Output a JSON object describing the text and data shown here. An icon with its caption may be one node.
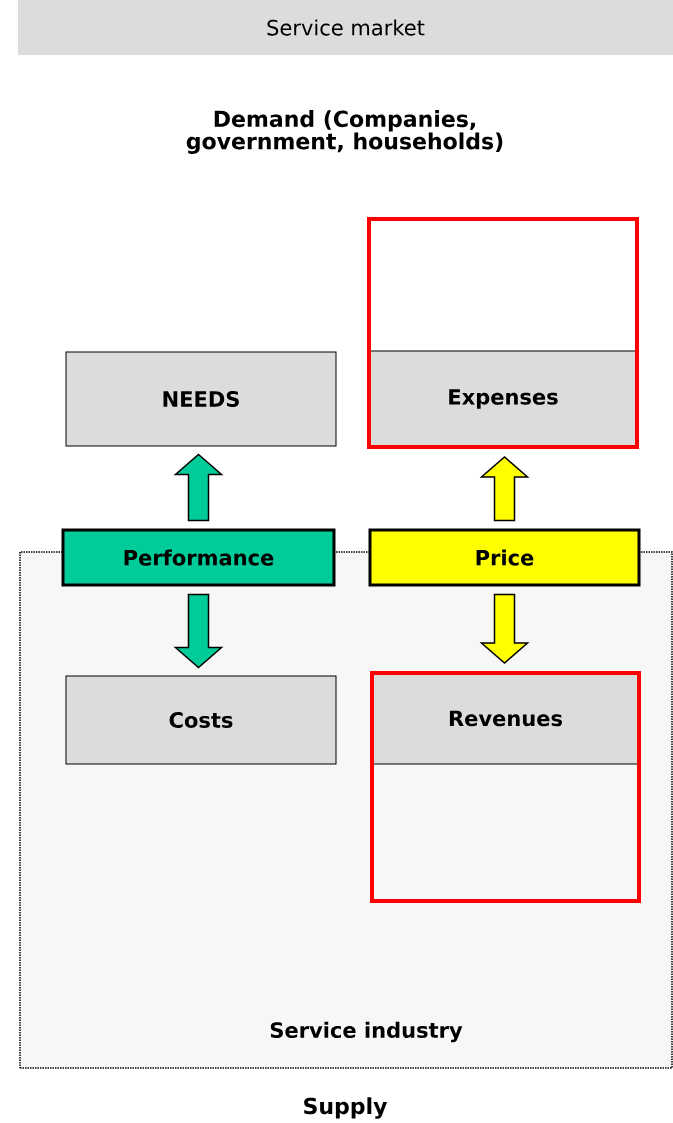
{
  "diagram": {
    "nodes": [
      {
        "text": [
          "Service market"
        ]
      },
      {
        "text": [
          "Service industry"
        ]
      },
      {
        "text": [
          "NEEDS"
        ]
      },
      {
        "text": [
          "Expenses"
        ]
      },
      {
        "text": [
          "Performance"
        ]
      },
      {
        "text": [
          "Price"
        ]
      },
      {
        "text": [
          "Costs"
        ],
        "in": 1
      },
      {
        "text": [
          "Revenues"
        ],
        "in": 1
      }
    ],
    "edges": [
      {
        "from": 4,
        "to": 2,
        "arrow": "to",
        "color": "#00cc99"
      },
      {
        "from": 5,
        "to": 3,
        "arrow": "to",
        "color": "#ffff00"
      },
      {
        "from": 4,
        "to": 6,
        "arrow": "to",
        "color": "#00cc99"
      },
      {
        "from": 5,
        "to": 7,
        "arrow": "to",
        "color": "#ffff00"
      }
    ],
    "labels": [
      "Demand (Companies, government, households)",
      "Supply"
    ]
  }
}
